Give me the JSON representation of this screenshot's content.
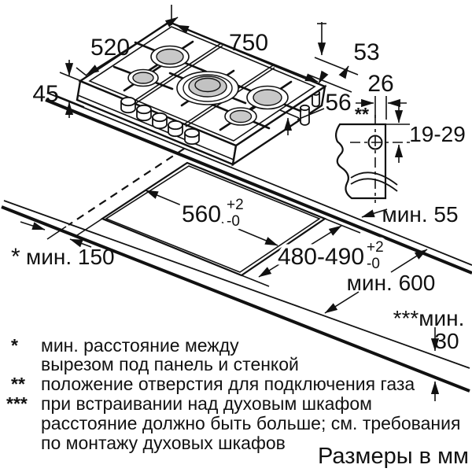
{
  "hob": {
    "width": "750",
    "depth": "520",
    "height": "45",
    "rear_edge_offset": "53",
    "body_depth_below": "56"
  },
  "gas_connection": {
    "horizontal_offset": "26",
    "marker": "**",
    "vertical_offset_range": "19-29"
  },
  "cutout": {
    "width": "560",
    "tol_plus": "+2",
    "tol_minus": "-0",
    "depth": "480-490",
    "rear_clearance_min": "мин. 55",
    "wall_marker": "*",
    "wall_clearance_min": "мин. 150",
    "worktop_depth_min": "мин. 600",
    "below_clearance_label": "***мин.",
    "below_clearance_value": "30"
  },
  "footnotes": [
    {
      "marker": "*",
      "lines": [
        "мин. расстояние между",
        "вырезом под панель и стенкой"
      ]
    },
    {
      "marker": "**",
      "lines": [
        "положение отверстия для подключения газа"
      ]
    },
    {
      "marker": "***",
      "lines": [
        "при встраивании над духовым шкафом",
        "расстояние должно быть больше; см. требования",
        "по монтажу духовых шкафов"
      ]
    }
  ],
  "caption": "Размеры в мм"
}
